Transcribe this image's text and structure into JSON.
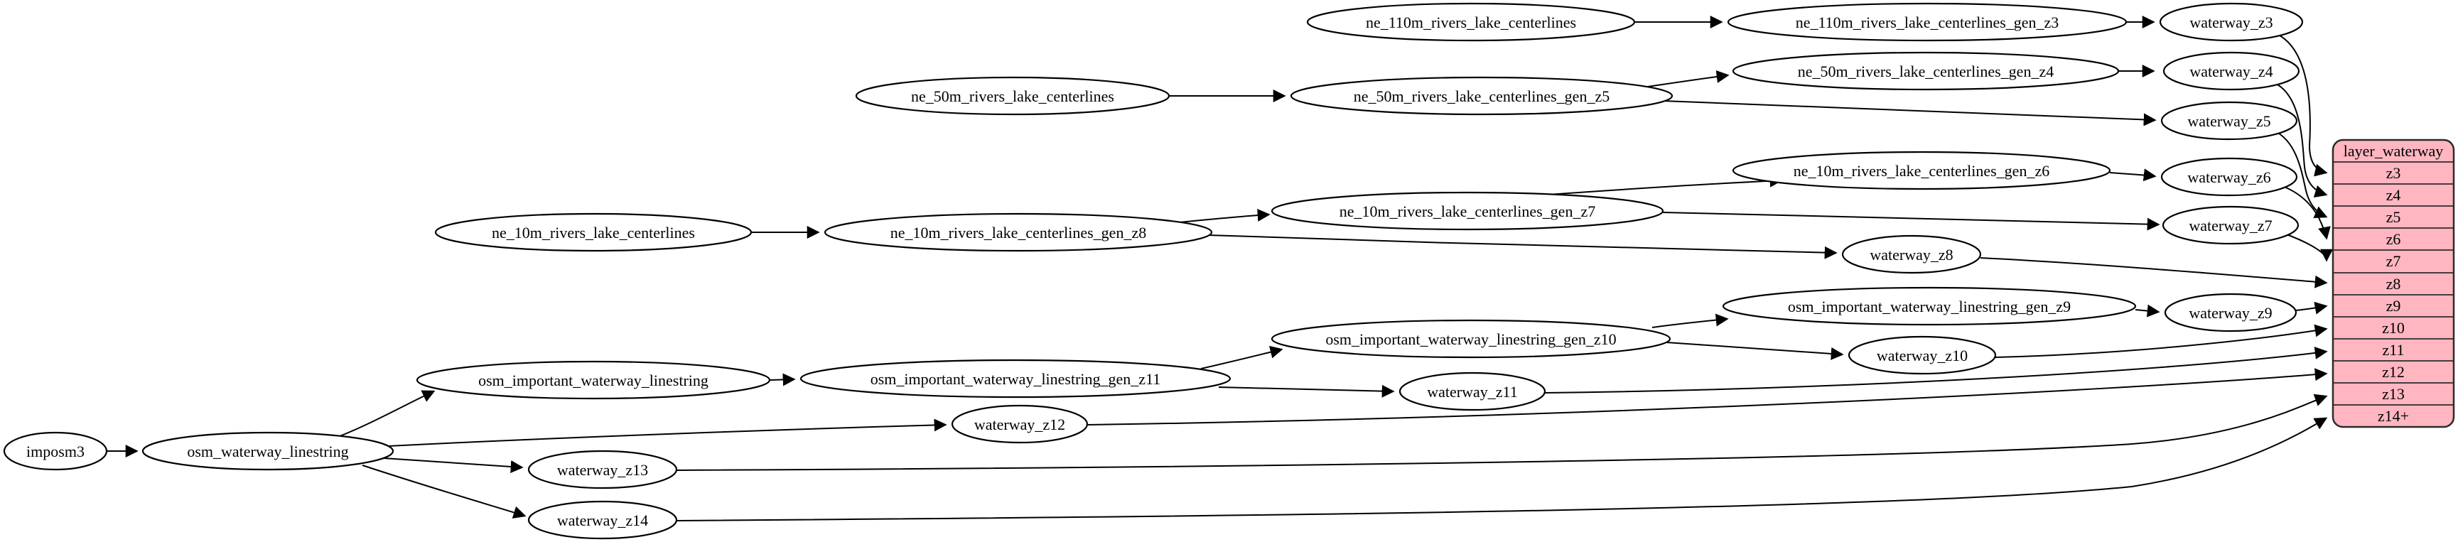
{
  "diagram": {
    "type": "directed-graph",
    "background_color": "#ffffff",
    "node_fill": "#ffffff",
    "node_stroke": "#000000",
    "edge_color": "#000000",
    "record_fill": "#ffb6c1",
    "record_stroke": "#2b2b2b"
  },
  "nodes": {
    "imposm3": "imposm3",
    "osm_waterway_linestring": "osm_waterway_linestring",
    "osm_important_waterway_linestring": "osm_important_waterway_linestring",
    "osm_important_waterway_linestring_gen_z11": "osm_important_waterway_linestring_gen_z11",
    "osm_important_waterway_linestring_gen_z10": "osm_important_waterway_linestring_gen_z10",
    "osm_important_waterway_linestring_gen_z9": "osm_important_waterway_linestring_gen_z9",
    "ne_110m_rivers_lake_centerlines": "ne_110m_rivers_lake_centerlines",
    "ne_110m_rivers_lake_centerlines_gen_z3": "ne_110m_rivers_lake_centerlines_gen_z3",
    "ne_50m_rivers_lake_centerlines": "ne_50m_rivers_lake_centerlines",
    "ne_50m_rivers_lake_centerlines_gen_z5": "ne_50m_rivers_lake_centerlines_gen_z5",
    "ne_50m_rivers_lake_centerlines_gen_z4": "ne_50m_rivers_lake_centerlines_gen_z4",
    "ne_10m_rivers_lake_centerlines": "ne_10m_rivers_lake_centerlines",
    "ne_10m_rivers_lake_centerlines_gen_z8": "ne_10m_rivers_lake_centerlines_gen_z8",
    "ne_10m_rivers_lake_centerlines_gen_z7": "ne_10m_rivers_lake_centerlines_gen_z7",
    "ne_10m_rivers_lake_centerlines_gen_z6": "ne_10m_rivers_lake_centerlines_gen_z6",
    "waterway_z3": "waterway_z3",
    "waterway_z4": "waterway_z4",
    "waterway_z5": "waterway_z5",
    "waterway_z6": "waterway_z6",
    "waterway_z7": "waterway_z7",
    "waterway_z8": "waterway_z8",
    "waterway_z9": "waterway_z9",
    "waterway_z10": "waterway_z10",
    "waterway_z11": "waterway_z11",
    "waterway_z12": "waterway_z12",
    "waterway_z13": "waterway_z13",
    "waterway_z14": "waterway_z14"
  },
  "record": {
    "title": "layer_waterway",
    "rows": [
      "z3",
      "z4",
      "z5",
      "z6",
      "z7",
      "z8",
      "z9",
      "z10",
      "z11",
      "z12",
      "z13",
      "z14+"
    ]
  },
  "edges": [
    [
      "imposm3",
      "osm_waterway_linestring"
    ],
    [
      "osm_waterway_linestring",
      "osm_important_waterway_linestring"
    ],
    [
      "osm_waterway_linestring",
      "waterway_z12"
    ],
    [
      "osm_waterway_linestring",
      "waterway_z13"
    ],
    [
      "osm_waterway_linestring",
      "waterway_z14"
    ],
    [
      "osm_important_waterway_linestring",
      "osm_important_waterway_linestring_gen_z11"
    ],
    [
      "osm_important_waterway_linestring_gen_z11",
      "osm_important_waterway_linestring_gen_z10"
    ],
    [
      "osm_important_waterway_linestring_gen_z11",
      "waterway_z11"
    ],
    [
      "osm_important_waterway_linestring_gen_z10",
      "osm_important_waterway_linestring_gen_z9"
    ],
    [
      "osm_important_waterway_linestring_gen_z10",
      "waterway_z10"
    ],
    [
      "osm_important_waterway_linestring_gen_z9",
      "waterway_z9"
    ],
    [
      "ne_10m_rivers_lake_centerlines",
      "ne_10m_rivers_lake_centerlines_gen_z8"
    ],
    [
      "ne_10m_rivers_lake_centerlines_gen_z8",
      "ne_10m_rivers_lake_centerlines_gen_z7"
    ],
    [
      "ne_10m_rivers_lake_centerlines_gen_z8",
      "waterway_z8"
    ],
    [
      "ne_10m_rivers_lake_centerlines_gen_z7",
      "ne_10m_rivers_lake_centerlines_gen_z6"
    ],
    [
      "ne_10m_rivers_lake_centerlines_gen_z7",
      "waterway_z7"
    ],
    [
      "ne_10m_rivers_lake_centerlines_gen_z6",
      "waterway_z6"
    ],
    [
      "ne_50m_rivers_lake_centerlines",
      "ne_50m_rivers_lake_centerlines_gen_z5"
    ],
    [
      "ne_50m_rivers_lake_centerlines_gen_z5",
      "ne_50m_rivers_lake_centerlines_gen_z4"
    ],
    [
      "ne_50m_rivers_lake_centerlines_gen_z5",
      "waterway_z5"
    ],
    [
      "ne_50m_rivers_lake_centerlines_gen_z4",
      "waterway_z4"
    ],
    [
      "ne_110m_rivers_lake_centerlines",
      "ne_110m_rivers_lake_centerlines_gen_z3"
    ],
    [
      "ne_110m_rivers_lake_centerlines_gen_z3",
      "waterway_z3"
    ],
    [
      "waterway_z3",
      "layer_waterway:z3"
    ],
    [
      "waterway_z4",
      "layer_waterway:z4"
    ],
    [
      "waterway_z5",
      "layer_waterway:z5"
    ],
    [
      "waterway_z6",
      "layer_waterway:z6"
    ],
    [
      "waterway_z7",
      "layer_waterway:z7"
    ],
    [
      "waterway_z8",
      "layer_waterway:z8"
    ],
    [
      "waterway_z9",
      "layer_waterway:z9"
    ],
    [
      "waterway_z10",
      "layer_waterway:z10"
    ],
    [
      "waterway_z11",
      "layer_waterway:z11"
    ],
    [
      "waterway_z12",
      "layer_waterway:z12"
    ],
    [
      "waterway_z13",
      "layer_waterway:z13"
    ],
    [
      "waterway_z14",
      "layer_waterway:z14+"
    ]
  ]
}
